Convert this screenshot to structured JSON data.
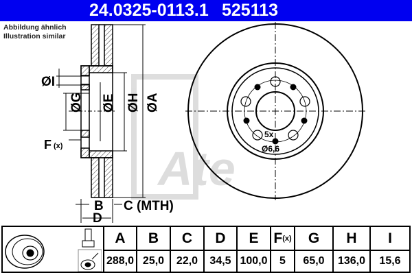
{
  "header": {
    "part_number": "24.0325-0113.1",
    "alt_number": "525113",
    "background_color": "#0000f0"
  },
  "note": {
    "line1": "Abbildung ähnlich",
    "line2": "Illustration similar"
  },
  "drawing": {
    "labels": {
      "dia_i": "ØI",
      "dia_g": "ØG",
      "dia_e": "ØE",
      "dia_h": "ØH",
      "dia_a": "ØA",
      "f": "F",
      "f_sub": "(x)",
      "b": "B",
      "c": "C (MTH)",
      "d": "D",
      "bolt_count": "5x",
      "bolt_dia": "Ø6,6"
    },
    "watermark": "Ate"
  },
  "table": {
    "columns": [
      {
        "header": "A",
        "value": "288,0"
      },
      {
        "header": "B",
        "value": "25,0"
      },
      {
        "header": "C",
        "value": "22,0"
      },
      {
        "header": "D",
        "value": "34,5"
      },
      {
        "header": "E",
        "value": "100,0"
      },
      {
        "header": "F",
        "header_sub": "(x)",
        "value": "5"
      },
      {
        "header": "G",
        "value": "65,0"
      },
      {
        "header": "H",
        "value": "136,0"
      },
      {
        "header": "I",
        "value": "15,6"
      }
    ]
  }
}
